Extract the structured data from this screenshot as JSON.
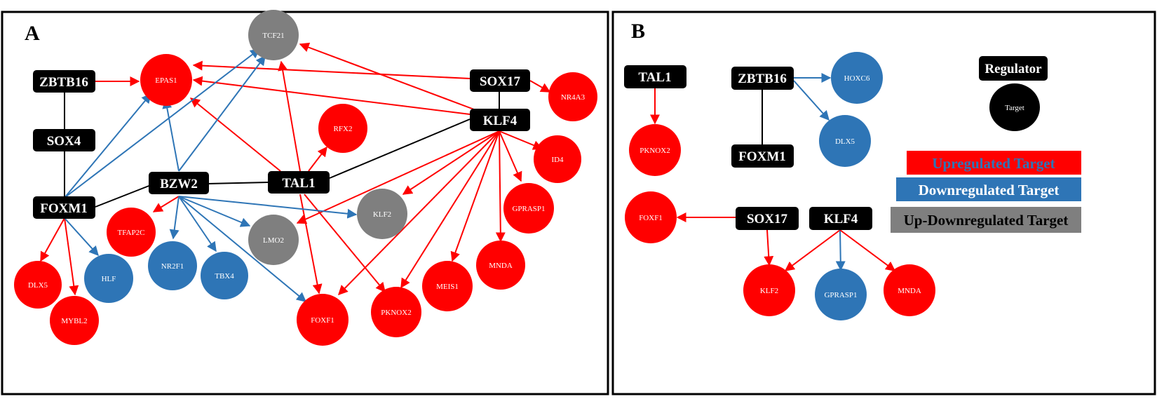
{
  "panels": [
    {
      "id": "A",
      "label": "A",
      "regulators": [
        "ZBTB16",
        "SOX4",
        "FOXM1",
        "BZW2",
        "TAL1",
        "SOX17",
        "KLF4"
      ],
      "targets": [
        {
          "name": "TCF21",
          "status": "up-down"
        },
        {
          "name": "EPAS1",
          "status": "up"
        },
        {
          "name": "NR4A3",
          "status": "up"
        },
        {
          "name": "RFX2",
          "status": "up"
        },
        {
          "name": "ID4",
          "status": "up"
        },
        {
          "name": "GPRASP1",
          "status": "up"
        },
        {
          "name": "KLF2",
          "status": "up-down"
        },
        {
          "name": "LMO2",
          "status": "up-down"
        },
        {
          "name": "TFAP2C",
          "status": "up"
        },
        {
          "name": "NR2F1",
          "status": "down"
        },
        {
          "name": "TBX4",
          "status": "down"
        },
        {
          "name": "HLF",
          "status": "down"
        },
        {
          "name": "DLX5",
          "status": "up"
        },
        {
          "name": "MYBL2",
          "status": "up"
        },
        {
          "name": "FOXF1",
          "status": "up"
        },
        {
          "name": "PKNOX2",
          "status": "up"
        },
        {
          "name": "MEIS1",
          "status": "up"
        },
        {
          "name": "MNDA",
          "status": "up"
        }
      ]
    },
    {
      "id": "B",
      "label": "B",
      "regulators": [
        "TAL1",
        "ZBTB16",
        "FOXM1",
        "SOX17",
        "KLF4"
      ],
      "targets": [
        {
          "name": "PKNOX2",
          "status": "up"
        },
        {
          "name": "HOXC6",
          "status": "down"
        },
        {
          "name": "DLX5",
          "status": "down"
        },
        {
          "name": "FOXF1",
          "status": "up"
        },
        {
          "name": "KLF2",
          "status": "up"
        },
        {
          "name": "GPRASP1",
          "status": "down"
        },
        {
          "name": "MNDA",
          "status": "up"
        }
      ]
    }
  ],
  "legend": {
    "regulator": "Regulator",
    "target": "Target",
    "upregulated": "Upregulated Target",
    "downregulated": "Downregulated Target",
    "updown": "Up-Downregulated Target"
  },
  "colors": {
    "regulator": "#000000",
    "up": "#ff0000",
    "down": "#2e75b6",
    "updown": "#7f7f7f",
    "edge_up": "#ff0000",
    "edge_down": "#2e75b6",
    "edge_link": "#000000"
  }
}
